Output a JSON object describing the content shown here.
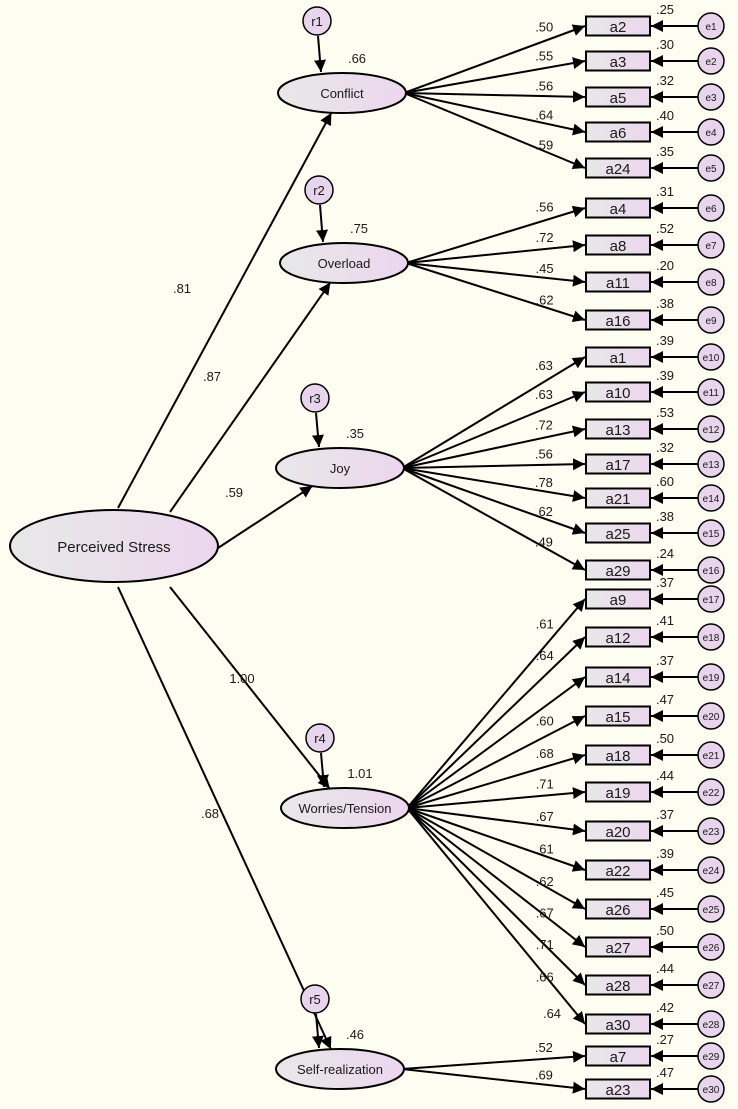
{
  "colors": {
    "background": "#fdfdf2",
    "node_fill_light": "#e8e8e8",
    "node_fill_pink": "#ecd6ee",
    "error_fill": "#e8d4ec",
    "stroke": "#000000"
  },
  "root": {
    "label": "Perceived Stress"
  },
  "factors": [
    {
      "label": "Conflict",
      "loading": ".81",
      "r2": ".66",
      "residual": "r1",
      "items": [
        {
          "label": "a2",
          "loading": ".50",
          "r2": ".25",
          "error": "e1"
        },
        {
          "label": "a3",
          "loading": ".55",
          "r2": ".30",
          "error": "e2"
        },
        {
          "label": "a5",
          "loading": ".56",
          "r2": ".32",
          "error": "e3"
        },
        {
          "label": "a6",
          "loading": ".64",
          "r2": ".40",
          "error": "e4"
        },
        {
          "label": "a24",
          "loading": ".59",
          "r2": ".35",
          "error": "e5"
        }
      ]
    },
    {
      "label": "Overload",
      "loading": ".87",
      "r2": ".75",
      "residual": "r2",
      "items": [
        {
          "label": "a4",
          "loading": ".56",
          "r2": ".31",
          "error": "e6"
        },
        {
          "label": "a8",
          "loading": ".72",
          "r2": ".52",
          "error": "e7"
        },
        {
          "label": "a11",
          "loading": ".45",
          "r2": ".20",
          "error": "e8"
        },
        {
          "label": "a16",
          "loading": ".62",
          "r2": ".38",
          "error": "e9"
        }
      ]
    },
    {
      "label": "Joy",
      "loading": ".59",
      "r2": ".35",
      "residual": "r3",
      "items": [
        {
          "label": "a1",
          "loading": ".63",
          "r2": ".39",
          "error": "e10"
        },
        {
          "label": "a10",
          "loading": ".63",
          "r2": ".39",
          "error": "e11"
        },
        {
          "label": "a13",
          "loading": ".72",
          "r2": ".53",
          "error": "e12"
        },
        {
          "label": "a17",
          "loading": ".56",
          "r2": ".32",
          "error": "e13"
        },
        {
          "label": "a21",
          "loading": ".78",
          "r2": ".60",
          "error": "e14"
        },
        {
          "label": "a25",
          "loading": ".62",
          "r2": ".38",
          "error": "e15"
        },
        {
          "label": "a29",
          "loading": ".49",
          "r2": ".24",
          "error": "e16"
        }
      ]
    },
    {
      "label": "Worries/Tension",
      "loading": "1.00",
      "r2": "1.01",
      "residual": "r4",
      "items": [
        {
          "label": "a9",
          "loading": ".61",
          "r2": ".37",
          "error": "e17"
        },
        {
          "label": "a12",
          "loading": ".64",
          "r2": ".41",
          "error": "e18"
        },
        {
          "label": "a14",
          "loading": "",
          "r2": ".37",
          "error": "e19"
        },
        {
          "label": "a15",
          "loading": ".60",
          "r2": ".47",
          "error": "e20"
        },
        {
          "label": "a18",
          "loading": ".68",
          "r2": ".50",
          "error": "e21"
        },
        {
          "label": "a19",
          "loading": ".71",
          "r2": ".44",
          "error": "e22"
        },
        {
          "label": "a20",
          "loading": ".67",
          "r2": ".37",
          "error": "e23"
        },
        {
          "label": "a22",
          "loading": ".61",
          "r2": ".39",
          "error": "e24"
        },
        {
          "label": "a26",
          "loading": ".62",
          "r2": ".45",
          "error": "e25"
        },
        {
          "label": "a27",
          "loading": ".67",
          "r2": ".50",
          "error": "e26"
        },
        {
          "label": "a28",
          "loading": ".71",
          "r2": ".44",
          "error": "e27"
        },
        {
          "label": "a30",
          "loading": ".66",
          "r2": ".42",
          "error": "e28"
        }
      ],
      "extra_label": ".64"
    },
    {
      "label": "Self-realization",
      "loading": ".68",
      "r2": ".46",
      "residual": "r5",
      "items": [
        {
          "label": "a7",
          "loading": ".52",
          "r2": ".27",
          "error": "e29"
        },
        {
          "label": "a23",
          "loading": ".69",
          "r2": ".47",
          "error": "e30"
        }
      ]
    }
  ]
}
